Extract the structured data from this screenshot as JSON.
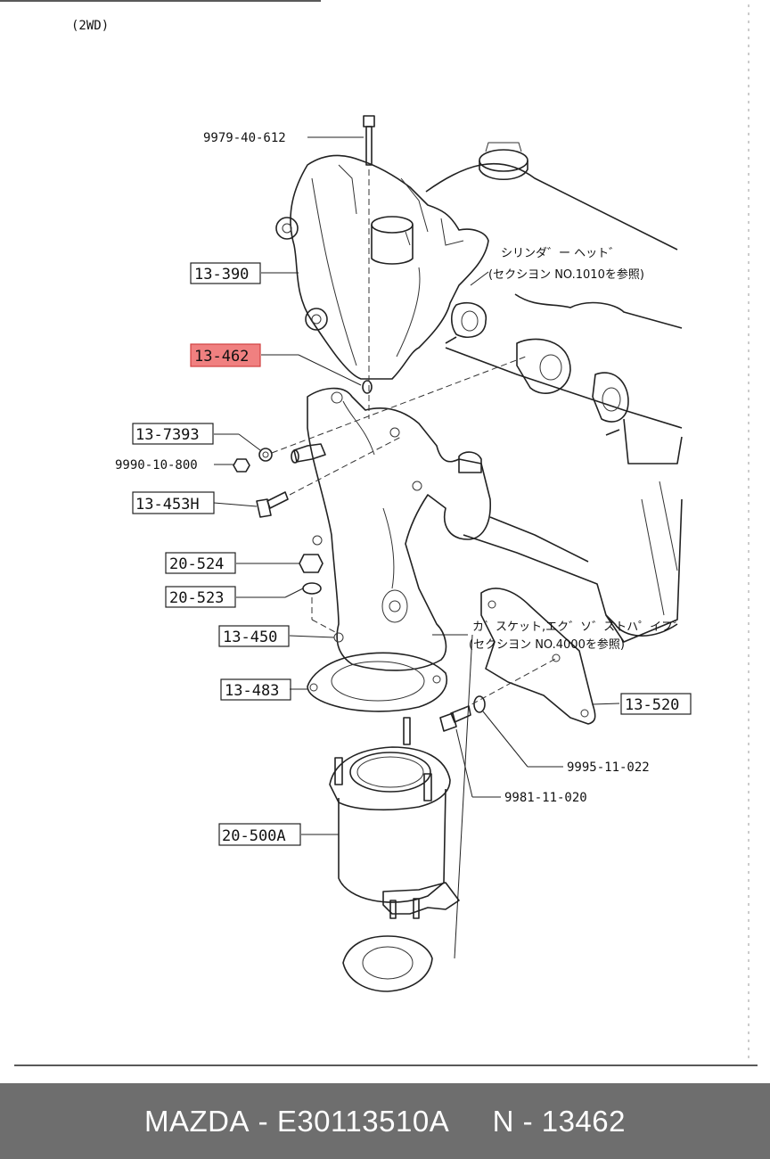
{
  "header": {
    "variant": "(2WD)"
  },
  "cylinder_head_note": {
    "line1": "シリンダ゛ー ヘット゛",
    "line2": "(セクシヨン NO.1010を参照)"
  },
  "gasket_note": {
    "line1": "カ゛スケット,エク゛ソ゛ストハ゜イフ゜",
    "line2": "(セクシヨン NO.4000を参照)"
  },
  "labels": {
    "p9979_40_612": "9979-40-612",
    "p13_390": "13-390",
    "p13_462": "13-462",
    "p13_7393": "13-7393",
    "p9990_10_800": "9990-10-800",
    "p13_453H": "13-453H",
    "p20_524": "20-524",
    "p20_523": "20-523",
    "p13_450": "13-450",
    "p13_483": "13-483",
    "p13_520": "13-520",
    "p9995_11_022": "9995-11-022",
    "p9981_11_020": "9981-11-020",
    "p20_500A": "20-500A"
  },
  "highlight_color": "#f08080",
  "footer": {
    "brand": "MAZDA",
    "oem_number": "E30113510A",
    "ref_number": "N - 13462"
  }
}
